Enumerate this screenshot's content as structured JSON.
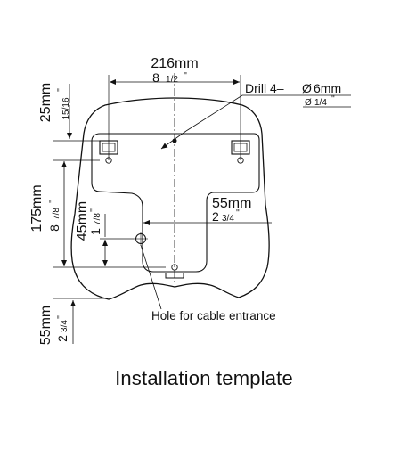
{
  "drawing": {
    "caption": "Installation template",
    "width": {
      "mm": "216mm",
      "in": "8",
      "in_frac": "1/2",
      "in_mark": "''"
    },
    "drill": {
      "label": "Drill 4–",
      "dia_mm": "6mm",
      "in_frac": "1/4",
      "in_mark": "''"
    },
    "top_offset": {
      "mm": "25mm",
      "in_frac": "15/16",
      "in_mark": "''"
    },
    "height": {
      "mm": "175mm",
      "in": "8",
      "in_frac": "7/8",
      "in_mark": "''"
    },
    "cable_offset": {
      "mm": "45mm",
      "in": "1",
      "in_frac": "7/8",
      "in_mark": "''"
    },
    "right_offset": {
      "mm": "55mm",
      "in": "2",
      "in_frac": "3/4",
      "in_mark": "''"
    },
    "bottom_offset": {
      "mm": "55mm",
      "in": "2",
      "in_frac": "3/4",
      "in_mark": "''"
    },
    "cable_hole_label": "Hole for cable entrance",
    "diameter_symbol": "Ø"
  },
  "colors": {
    "line": "#111111",
    "background": "#ffffff"
  }
}
